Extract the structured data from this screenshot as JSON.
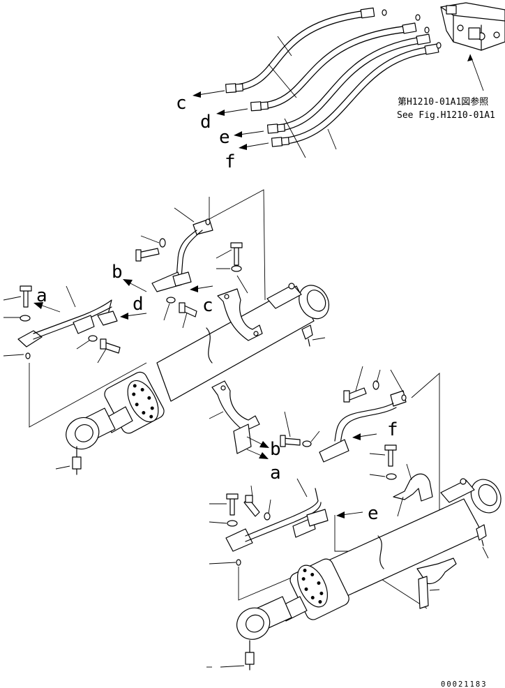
{
  "labels": {
    "c": "c",
    "d": "d",
    "e": "e",
    "f": "f",
    "a": "a",
    "b": "b"
  },
  "reference_jp": "第H1210-01A1図参照",
  "reference_en": "See Fig.H1210-01A1",
  "drawing_number": "00021183"
}
